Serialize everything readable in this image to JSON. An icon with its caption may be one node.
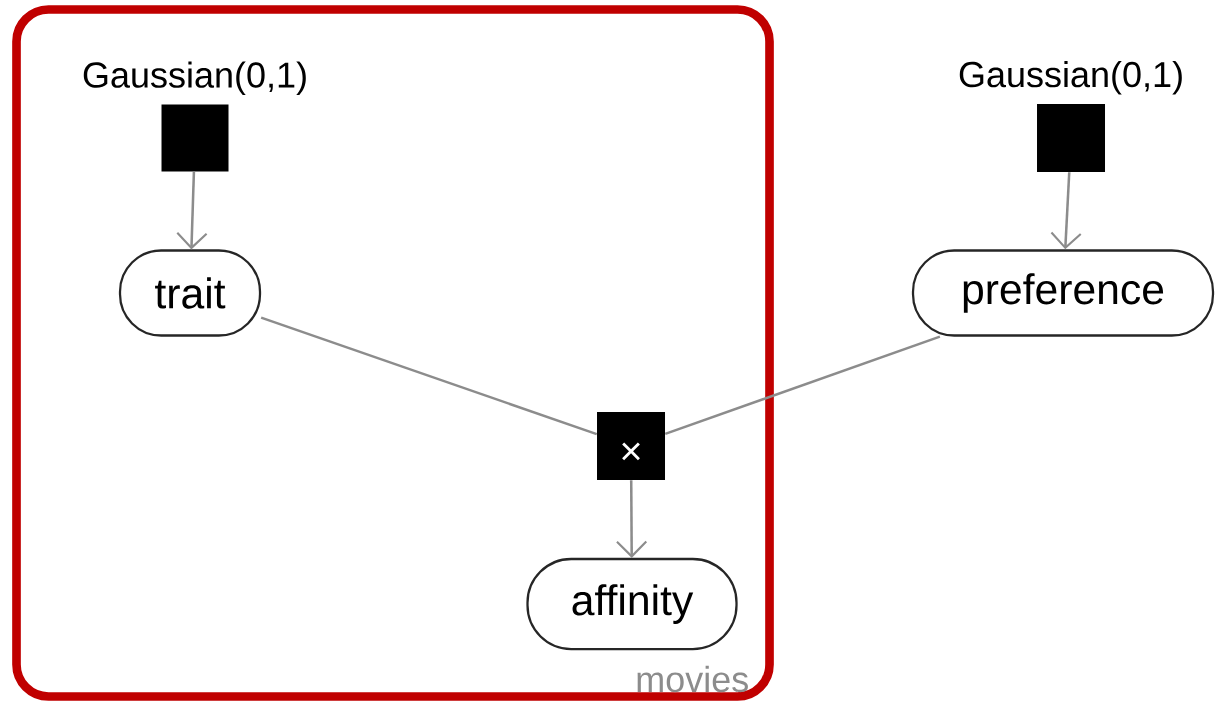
{
  "diagram": {
    "nodes": [
      {
        "text": [
          "movies"
        ]
      },
      {
        "text": [
          "Gaussian(0,1)"
        ],
        "in": 0
      },
      {
        "text": [
          "trait"
        ],
        "in": 0
      },
      {
        "text": [
          "×"
        ],
        "in": 0
      },
      {
        "text": [
          "affinity"
        ],
        "in": 0
      },
      {
        "text": [
          "Gaussian(0,1)"
        ]
      },
      {
        "text": [
          "preference"
        ]
      }
    ],
    "edges": [
      {
        "from": 1,
        "to": 2,
        "arrow": "to"
      },
      {
        "from": 2,
        "to": 3,
        "arrow": "none"
      },
      {
        "from": 6,
        "to": 3,
        "arrow": "none"
      },
      {
        "from": 3,
        "to": 4,
        "arrow": "to"
      },
      {
        "from": 5,
        "to": 6,
        "arrow": "to"
      }
    ]
  }
}
